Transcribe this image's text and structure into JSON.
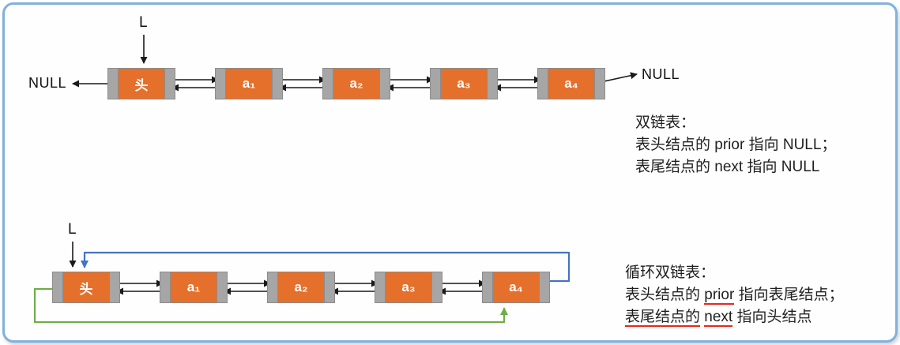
{
  "colors": {
    "frame_border": "#7FB2DC",
    "node_fill": "#E4702C",
    "pointer_field_fill": "#A6A6A6",
    "arrow_black": "#1a1a1a",
    "circular_next_link": "#4472C4",
    "circular_prior_link": "#70AD47",
    "red_underline": "#E8261D"
  },
  "list1": {
    "pointer_label": "L",
    "null_left": "NULL",
    "null_right": "NULL",
    "nodes": [
      "头",
      "a₁",
      "a₂",
      "a₃",
      "a₄"
    ]
  },
  "list2": {
    "pointer_label": "L",
    "nodes": [
      "头",
      "a₁",
      "a₂",
      "a₃",
      "a₄"
    ]
  },
  "notes1": {
    "title": "双链表：",
    "line1": "表头结点的 prior 指向 NULL；",
    "line2": "表尾结点的 next 指向 NULL"
  },
  "notes2": {
    "title": "循环双链表：",
    "line1_pre": "表头结点的 ",
    "line1_em": "prior",
    "line1_post": " 指向表尾结点；",
    "line2_em1": "表尾结点的",
    "line2_mid": " ",
    "line2_em2": "next",
    "line2_post": " 指向头结点"
  }
}
